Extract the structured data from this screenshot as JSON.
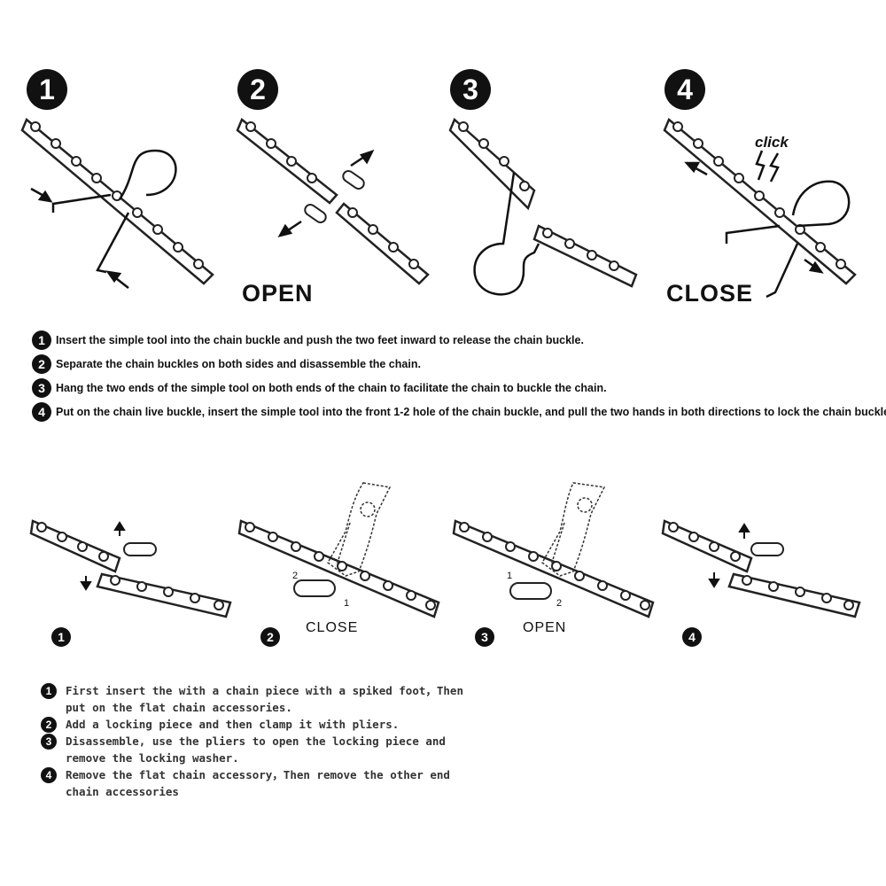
{
  "top_steps": {
    "badges": [
      "1",
      "2",
      "3",
      "4"
    ],
    "open_label": "OPEN",
    "close_label": "CLOSE",
    "click_label": "click"
  },
  "instructions": [
    {
      "num": "1",
      "text": "Insert the simple tool into the chain buckle and push the two feet inward to release the chain buckle."
    },
    {
      "num": "2",
      "text": "Separate the chain buckles on both sides and disassemble the chain."
    },
    {
      "num": "3",
      "text": "Hang the two ends of the simple tool on both ends of the chain to facilitate the chain to buckle the chain."
    },
    {
      "num": "4",
      "text": "Put on the chain live buckle, insert the simple tool into the front 1-2 hole of the chain buckle, and pull the two hands in both directions to lock the chain buckle."
    }
  ],
  "bottom_steps": {
    "badges": [
      "1",
      "2",
      "3",
      "4"
    ],
    "close_label": "CLOSE",
    "open_label": "OPEN",
    "marker_1": "1",
    "marker_2": "2"
  },
  "notes": [
    {
      "num": "1",
      "text": "First insert the with a chain piece with a spiked foot，Then put on the flat chain accessories."
    },
    {
      "num": "2",
      "text": "Add a locking piece and then clamp it with pliers."
    },
    {
      "num": "3",
      "text": "Disassemble, use the pliers to open the locking piece and remove the locking washer."
    },
    {
      "num": "4",
      "text": "Remove the flat chain accessory，Then remove the other end chain accessories"
    }
  ]
}
